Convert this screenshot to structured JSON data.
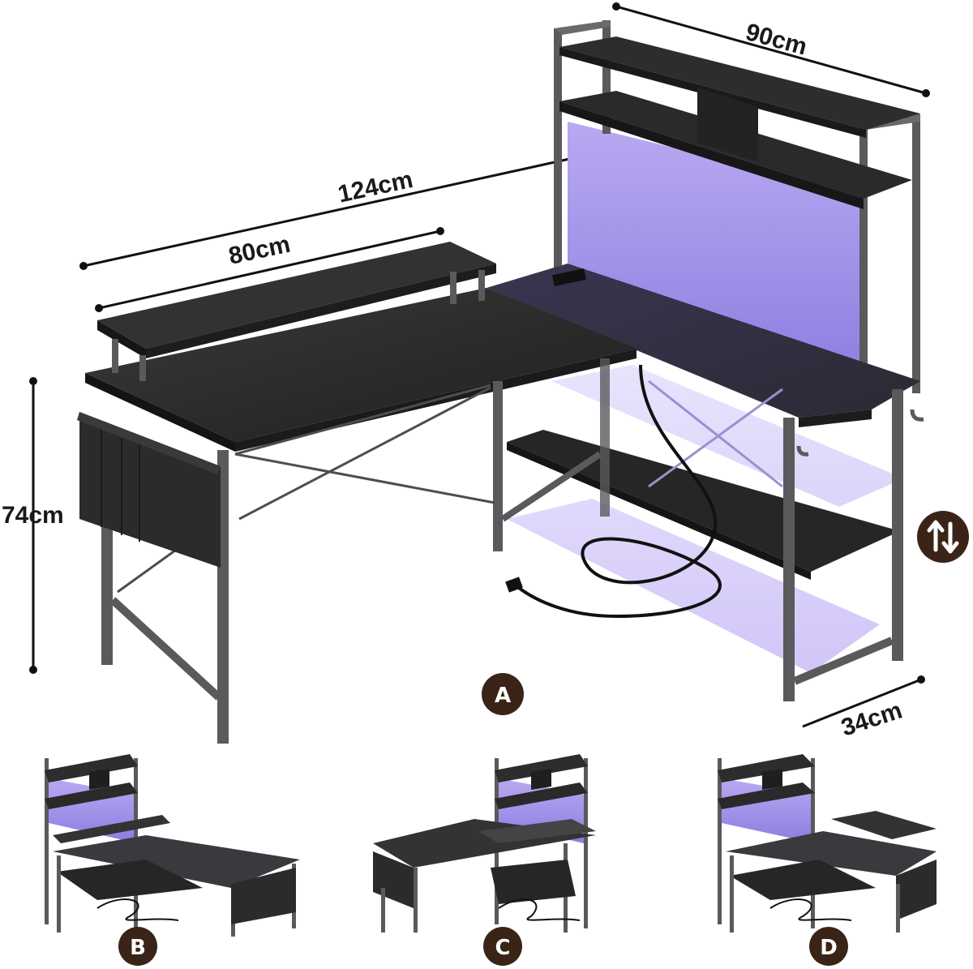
{
  "dimensions": {
    "width_top": "90cm",
    "length_long": "124cm",
    "riser_length": "80cm",
    "height": "74cm",
    "depth": "34cm"
  },
  "variants": {
    "main": "A",
    "b": "B",
    "c": "C",
    "d": "D"
  },
  "colors": {
    "desk_top": "#2b2b2b",
    "frame": "#5a5a5c",
    "led_glow": "#a99be8",
    "badge": "#3a2418"
  },
  "icons": {
    "reversible": "swap-arrows-icon"
  }
}
